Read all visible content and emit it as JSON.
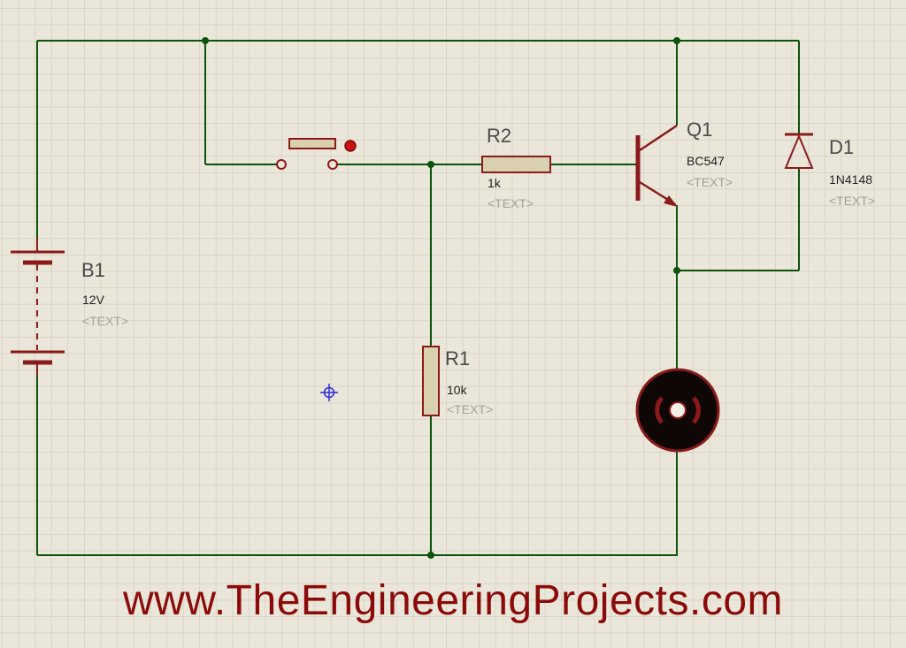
{
  "schematic": {
    "watermark": "www.TheEngineeringProjects.com",
    "components": {
      "b1": {
        "ref": "B1",
        "value": "12V",
        "placeholder": "<TEXT>",
        "symbol": "battery"
      },
      "r2": {
        "ref": "R2",
        "value": "1k",
        "placeholder": "<TEXT>",
        "symbol": "resistor"
      },
      "r1": {
        "ref": "R1",
        "value": "10k",
        "placeholder": "<TEXT>",
        "symbol": "resistor"
      },
      "q1": {
        "ref": "Q1",
        "value": "BC547",
        "placeholder": "<TEXT>",
        "symbol": "npn-transistor"
      },
      "d1": {
        "ref": "D1",
        "value": "1N4148",
        "placeholder": "<TEXT>",
        "symbol": "diode"
      }
    },
    "colors": {
      "background": "#eae7da",
      "grid": "#d8d4c6",
      "wire": "#0b530b",
      "component": "#8b1a1a",
      "component_fill": "#d9d0b0",
      "motor_body": "#0f0606",
      "button_indicator": "#cc1111",
      "origin_marker": "#2b2bd8",
      "watermark": "#8b0b0b",
      "ref_text": "#4a4a4a",
      "value_text": "#1f1f1f",
      "placeholder_text": "#a3a097"
    }
  }
}
